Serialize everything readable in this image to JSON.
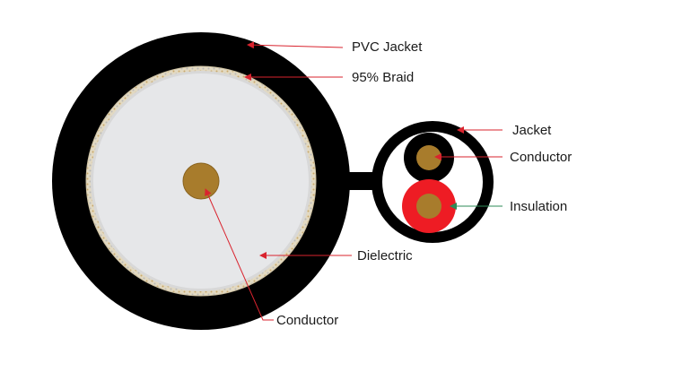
{
  "labels": {
    "pvc_jacket": "PVC Jacket",
    "braid": "95% Braid",
    "dielectric": "Dielectric",
    "main_conductor": "Conductor",
    "jacket": "Jacket",
    "pair_conductor": "Conductor",
    "insulation": "Insulation"
  },
  "colors": {
    "jacket_black": "#000000",
    "braid_tan": "#d8cdb3",
    "dielectric_gray": "#e6e7e9",
    "conductor_copper": "#a87c2c",
    "insulation_red": "#ee1c24",
    "leader_red": "#d9232e",
    "leader_green": "#2e8b57"
  },
  "icons": {
    "arrowhead": "arrowhead-icon"
  }
}
